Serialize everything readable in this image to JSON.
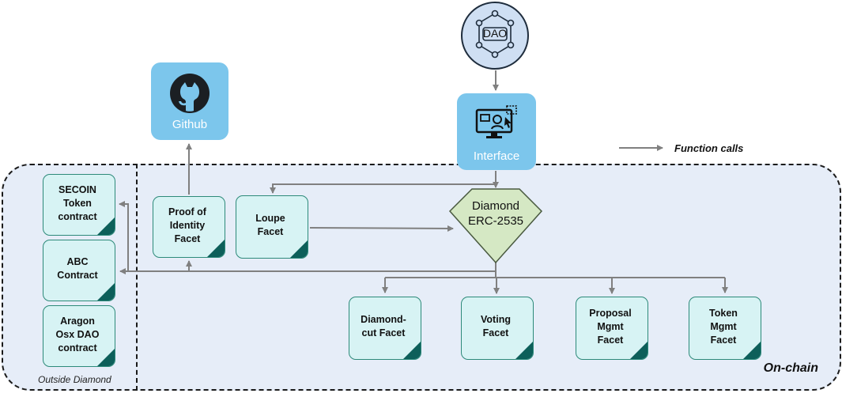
{
  "nodes": {
    "dao": {
      "label": "DAO"
    },
    "github": {
      "label": "Github"
    },
    "interface": {
      "label": "Interface"
    },
    "diamond": {
      "label_line1": "Diamond",
      "label_line2": "ERC-2535"
    },
    "secoin": {
      "label": "SECOIN\nToken\ncontract"
    },
    "abc": {
      "label": "ABC\nContract"
    },
    "aragon": {
      "label": "Aragon\nOsx DAO\ncontract"
    },
    "proof_of_identity": {
      "label": "Proof of\nIdentity\nFacet"
    },
    "loupe": {
      "label": "Loupe\nFacet"
    },
    "diamond_cut": {
      "label": "Diamond-\ncut Facet"
    },
    "voting": {
      "label": "Voting\nFacet"
    },
    "proposal_mgmt": {
      "label": "Proposal\nMgmt\nFacet"
    },
    "token_mgmt": {
      "label": "Token\nMgmt\nFacet"
    }
  },
  "regions": {
    "on_chain": "On-chain",
    "outside_diamond": "Outside Diamond"
  },
  "legend": {
    "function_calls": "Function calls"
  },
  "colors": {
    "region_fill": "#e6edf8",
    "facet_fill": "#d7f3f4",
    "facet_corner": "#0d5f5a",
    "blue_card": "#7cc6ec",
    "diamond_fill": "#d5e8c4",
    "arrow": "#808080"
  }
}
